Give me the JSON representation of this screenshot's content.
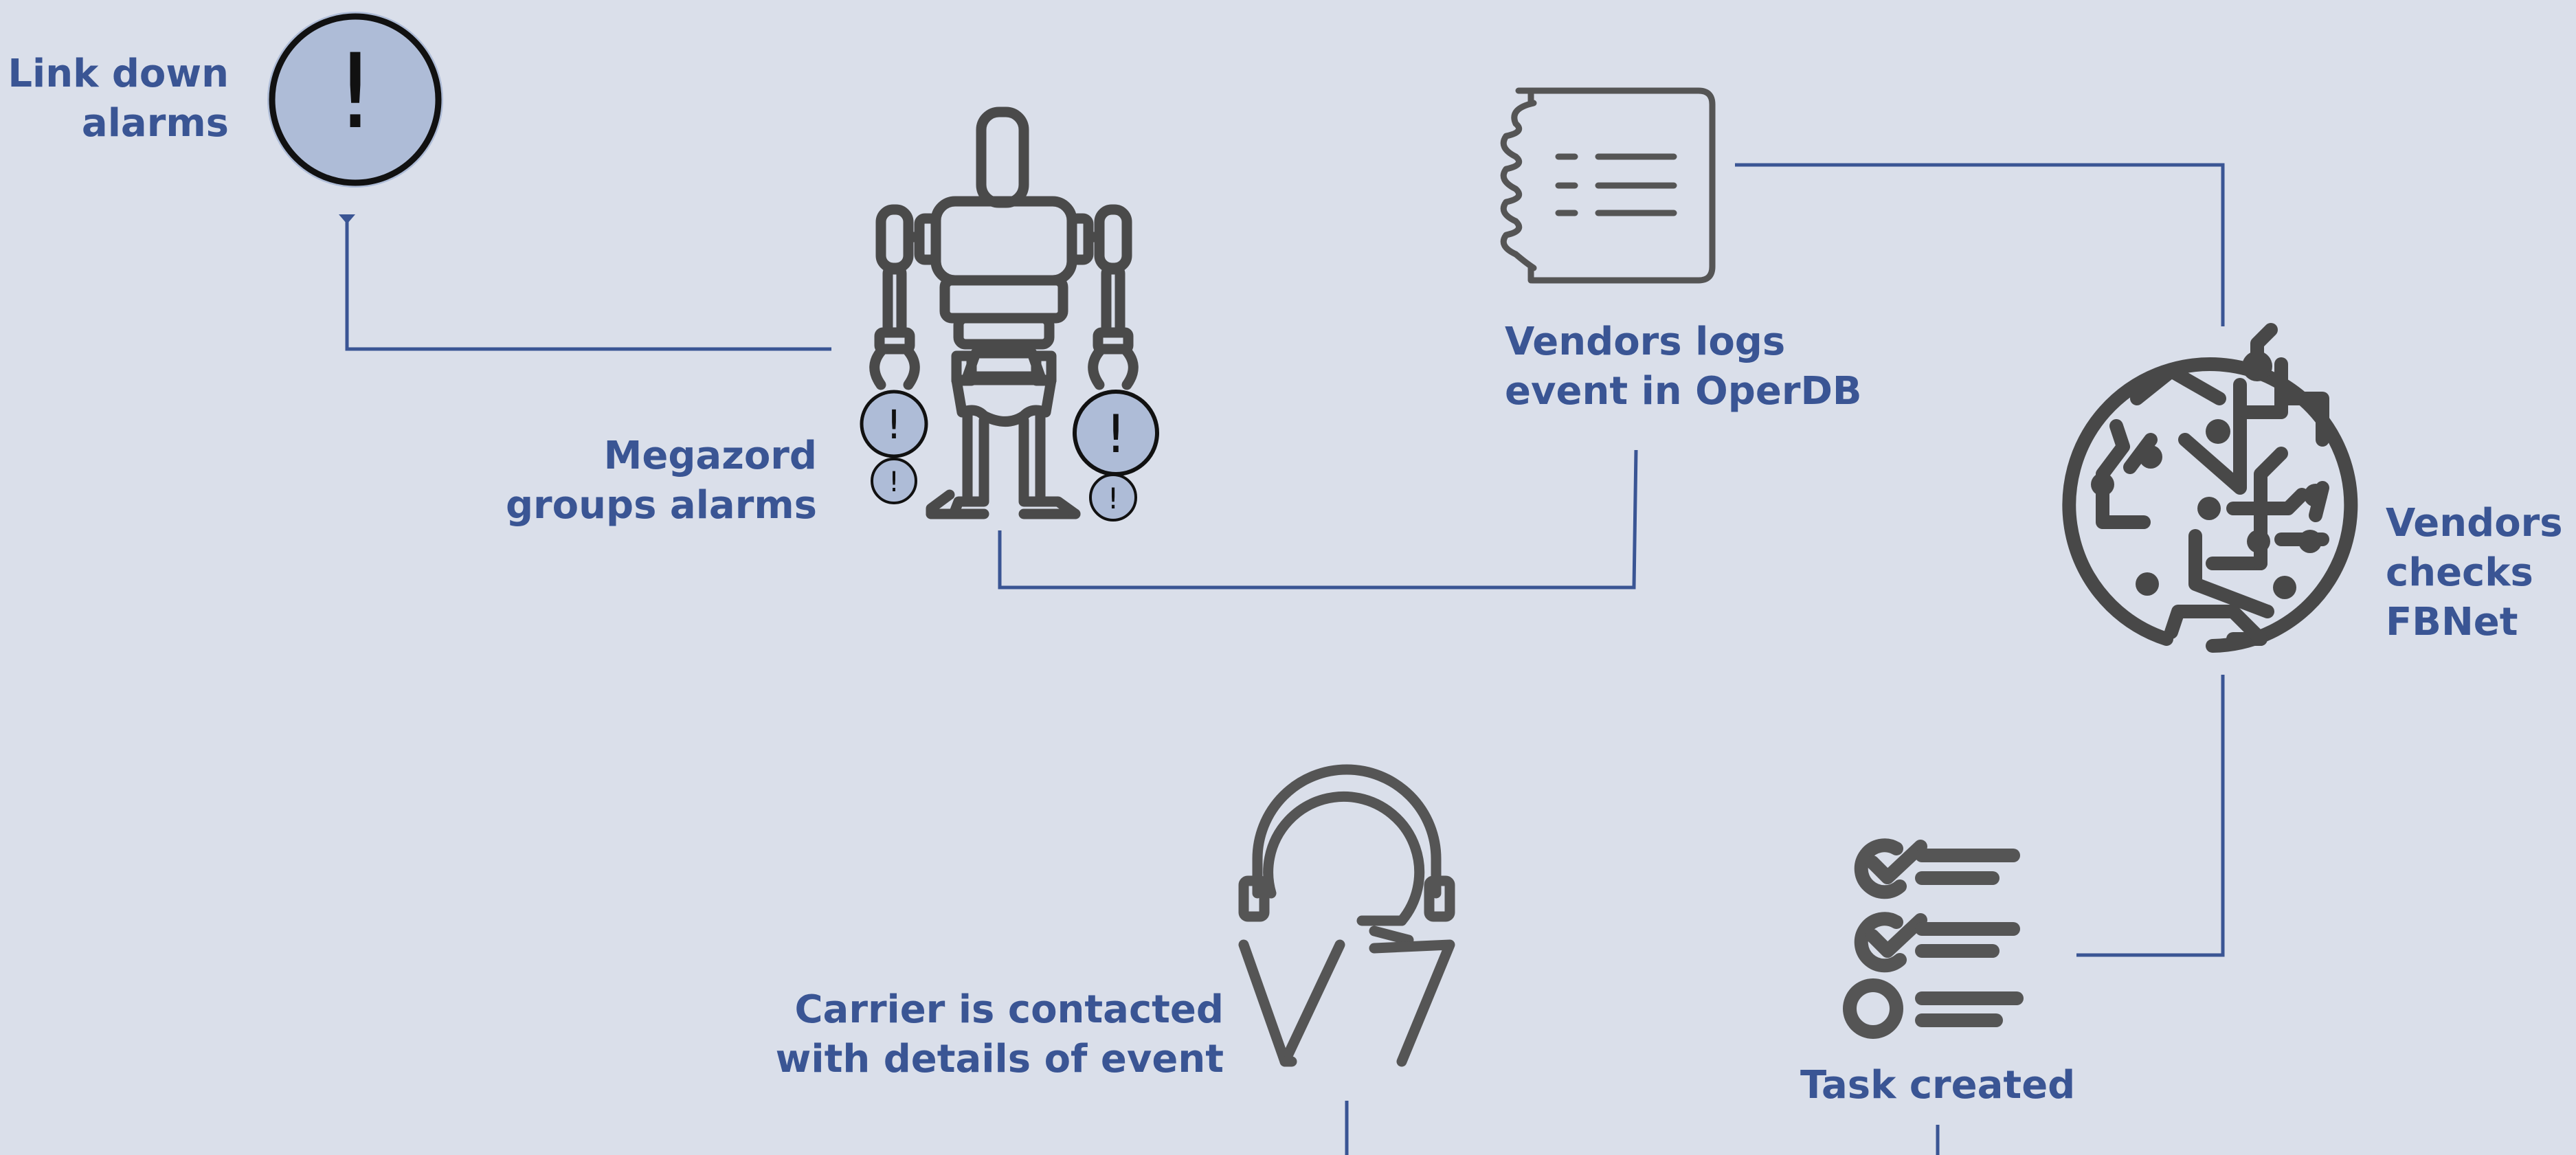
{
  "colors": {
    "background": "#dadfea",
    "label": "#3a5594",
    "connector": "#3a5594",
    "icon_stroke": "#4a4a4a",
    "alarm_fill": "#aebcd7"
  },
  "nodes": {
    "link_down": {
      "icon": "alert-icon",
      "lines": [
        "Link down",
        "alarms"
      ]
    },
    "megazord": {
      "icon": "robot-icon",
      "lines": [
        "Megazord",
        "groups alarms"
      ]
    },
    "vendors_logs": {
      "icon": "notebook-icon",
      "lines": [
        "Vendors logs",
        "event in OperDB"
      ]
    },
    "vendors_checks": {
      "icon": "circuit-icon",
      "lines": [
        "Vendors",
        "checks",
        "FBNet"
      ]
    },
    "task_created": {
      "icon": "checklist-icon",
      "lines": [
        "Task created"
      ]
    },
    "carrier": {
      "icon": "headset-icon",
      "lines": [
        "Carrier is contacted",
        "with details of event"
      ]
    }
  },
  "alarm_glyph": "!"
}
